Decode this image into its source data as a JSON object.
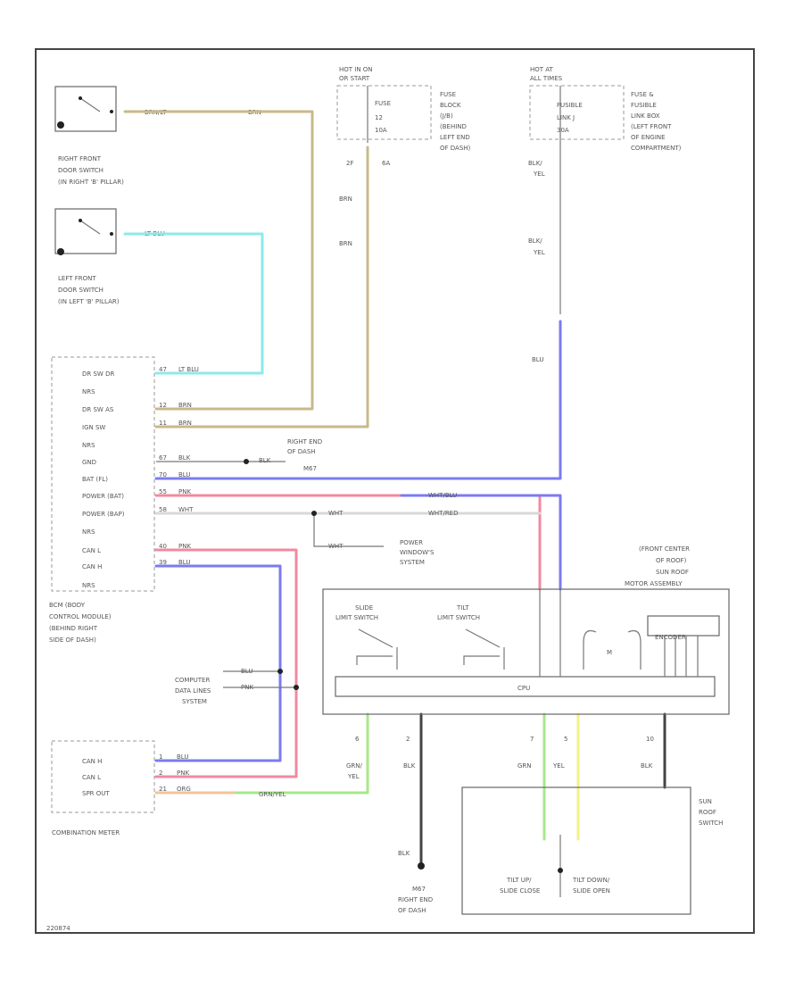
{
  "colors": {
    "brn": "#c9b98a",
    "lt_blu": "#8ee9ea",
    "blu": "#7b7bf0",
    "pnk": "#f08a9f",
    "wht": "#d8d8d8",
    "blk": "#444444",
    "grn": "#a6e88a",
    "yel": "#f1f18a",
    "org": "#f3c49a",
    "frame": "#444444"
  },
  "labels": {
    "hot_run_1": "HOT IN ON",
    "hot_run_2": "OR START",
    "fuse1": "FUSE",
    "fuse2": "12",
    "fuse3": "10A",
    "fuse_loc": [
      "FUSE",
      "BLOCK",
      "(J/B)",
      "(BEHIND",
      "LEFT END",
      "OF DASH)"
    ],
    "hot_at_1": "HOT AT",
    "hot_at_2": "ALL TIMES",
    "fl1": "FUSIBLE",
    "fl2": "LINK J",
    "fl3": "30A",
    "fl_loc": [
      "FUSE &",
      "FUSIBLE",
      "LINK BOX",
      "(LEFT FRONT",
      "OF ENGINE",
      "COMPARTMENT)"
    ],
    "rf_door": [
      "RIGHT FRONT",
      "DOOR SWITCH",
      "(IN RIGHT 'B' PILLAR)"
    ],
    "lf_door": [
      "LEFT FRONT",
      "DOOR SWITCH",
      "(IN LEFT 'B' PILLAR)"
    ],
    "bcm": [
      "BCM (BODY",
      "CONTROL MODULE)",
      "(BEHIND RIGHT",
      "SIDE OF DASH)"
    ],
    "bcm_pins": [
      "DR SW DR",
      "NRS",
      "DR SW AS",
      "IGN SW",
      "NRS",
      "GND",
      "BAT (FL)",
      "POWER (BAT)",
      "POWER (BAP)",
      "NRS",
      "CAN L",
      "CAN H",
      "NRS"
    ],
    "bcm_wires": [
      "LT BLU",
      "",
      "BRN",
      "BRN",
      "",
      "BLK",
      "BLU",
      "PNK",
      "WHT",
      "",
      "PNK",
      "BLU",
      ""
    ],
    "bcm_nums": [
      "47",
      "",
      "12",
      "11",
      "",
      "67",
      "70",
      "55",
      "58",
      "",
      "40",
      "39",
      ""
    ],
    "rf_wire": "BRN/LT",
    "rf_wire2": "BRN",
    "lf_wire": "LT BLU",
    "gnd_label": [
      "RIGHT END",
      "OF DASH",
      "M67"
    ],
    "gnd_wire": "BLK",
    "brn1": "BRN",
    "brn2": "BRN",
    "pin2f": "2F",
    "pin6a": "6A",
    "blkyel1": [
      "BLK/",
      "YEL"
    ],
    "blkyel2": [
      "BLK/",
      "YEL"
    ],
    "blu_v": "BLU",
    "whtblu": "WHT/BLU",
    "whtred": "WHT/RED",
    "wht_a": "WHT",
    "wht_b": "WHT",
    "pws": [
      "POWER",
      "WINDOW'S",
      "SYSTEM"
    ],
    "sunroof_loc": [
      "(FRONT CENTER",
      "OF ROOF)",
      "SUN ROOF",
      "MOTOR ASSEMBLY"
    ],
    "slide_sw": [
      "SLIDE",
      "LIMIT SWITCH"
    ],
    "tilt_sw": [
      "TILT",
      "LIMIT SWITCH"
    ],
    "motor_m": "M",
    "encoder": "ENCODER",
    "cpu": "CPU",
    "cdl": [
      "COMPUTER",
      "DATA LINES",
      "SYSTEM"
    ],
    "cdl_w1": "BLU",
    "cdl_w2": "PNK",
    "meter_pins": [
      "CAN H",
      "CAN L",
      "SPR OUT"
    ],
    "meter_w": [
      "BLU",
      "PNK",
      "ORG"
    ],
    "meter_n": [
      "1",
      "2",
      "21"
    ],
    "meter": "COMBINATION METER",
    "grnyel": "GRN/YEL",
    "pin6": "6",
    "pin2": "2",
    "pin7": "7",
    "pin5": "5",
    "pin10": "10",
    "grnyel_v": [
      "GRN/",
      "YEL"
    ],
    "blk_v": "BLK",
    "grn_v": "GRN",
    "yel_v": "YEL",
    "blk_v2": "BLK",
    "blk_gnd": "BLK",
    "m67": [
      "M67",
      "RIGHT END",
      "OF DASH"
    ],
    "srs": [
      "SUN",
      "ROOF",
      "SWITCH"
    ],
    "tilt_up": [
      "TILT UP/",
      "SLIDE CLOSE"
    ],
    "tilt_dn": [
      "TILT DOWN/",
      "SLIDE OPEN"
    ],
    "code": "220874"
  }
}
